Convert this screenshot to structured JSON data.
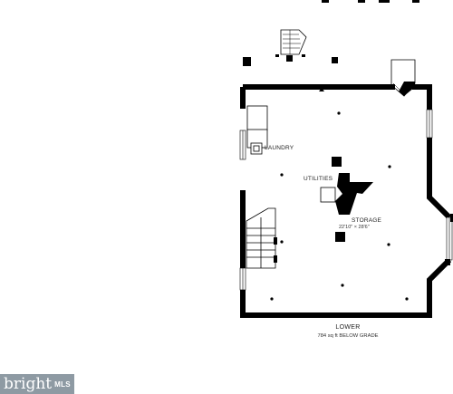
{
  "rooms": {
    "laundry": "LAUNDRY",
    "utilities": "UTILITIES",
    "storage": "STORAGE",
    "storage_dims": "22'10\" × 28'6\""
  },
  "floor": {
    "name": "LOWER",
    "area": "784 sq ft BELOW GRADE"
  },
  "watermark": {
    "brand": "bright",
    "suffix": "MLS"
  },
  "colors": {
    "wall": "#000000",
    "background": "#ffffff",
    "watermark_bg": "#8e9aa3"
  }
}
